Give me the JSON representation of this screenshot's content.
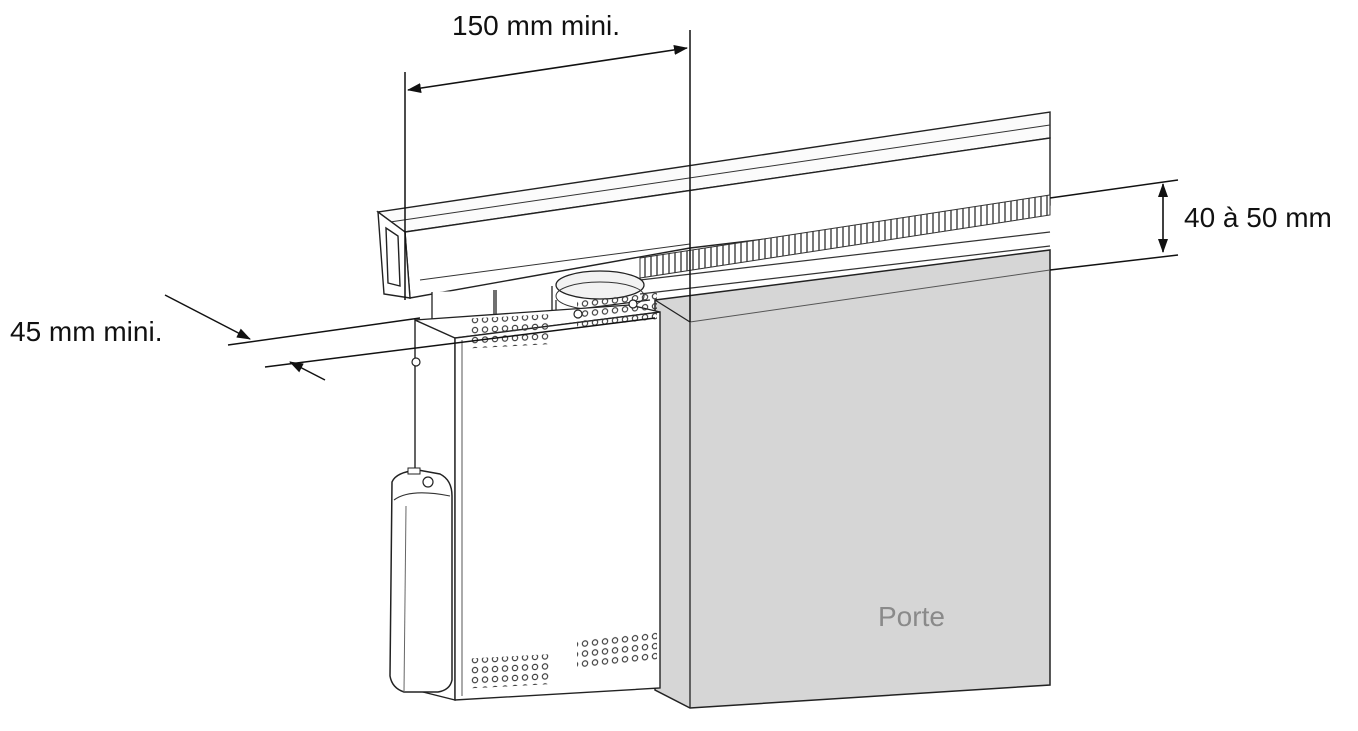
{
  "labels": {
    "top_width": "150 mm mini.",
    "rail_height": "40 à 50 mm",
    "depth": "45 mm mini.",
    "door": "Porte"
  },
  "colors": {
    "line": "#1a1a1a",
    "door_fill": "#d6d6d6",
    "panel_fill": "#ffffff",
    "door_text": "#8a8a8a"
  }
}
